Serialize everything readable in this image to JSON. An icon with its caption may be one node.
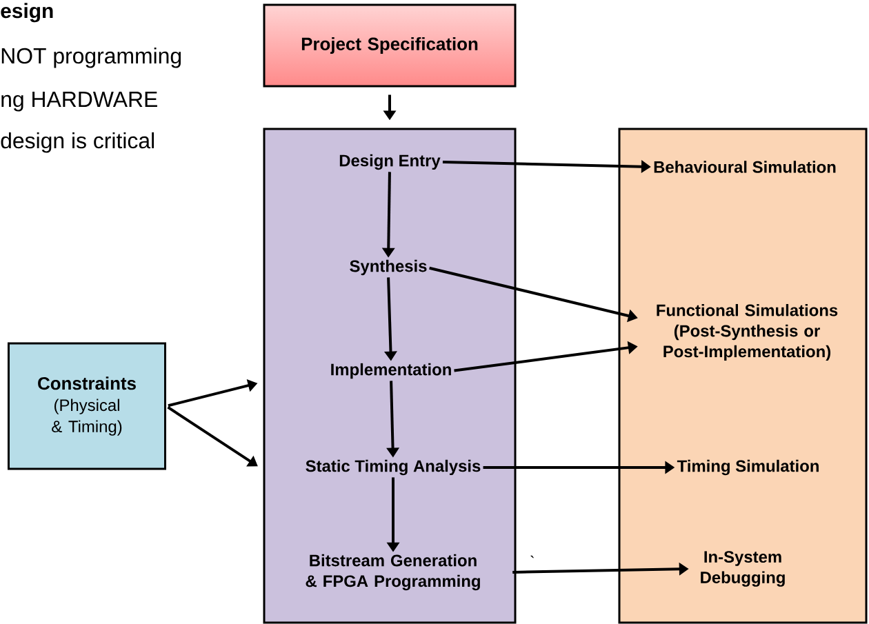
{
  "diagram": {
    "nodes": [
      {
        "text": [
          "Project Specification"
        ]
      },
      {
        "text": [],
        "shape": "box"
      },
      {
        "text": [
          "Design Entry"
        ],
        "in": 1
      },
      {
        "text": [
          "Synthesis"
        ],
        "in": 1
      },
      {
        "text": [
          "Implementation"
        ],
        "in": 1
      },
      {
        "text": [
          "Static Timing Analysis"
        ],
        "in": 1
      },
      {
        "text": [
          "Bitstream Generation & FPGA Programming"
        ],
        "in": 1
      },
      {
        "text": [],
        "shape": "box"
      },
      {
        "text": [
          "Behavioural Simulation"
        ],
        "in": 7
      },
      {
        "text": [
          "Functional Simulations (Post-Synthesis or Post-Implementation)"
        ],
        "in": 7
      },
      {
        "text": [
          "Timing Simulation"
        ],
        "in": 7
      },
      {
        "text": [
          "In-System Debugging"
        ],
        "in": 7
      },
      {
        "text": [
          "Constraints",
          "(Physical & Timing)"
        ]
      }
    ],
    "edges": [
      {
        "from": 0,
        "to": 1,
        "arrow": "to"
      },
      {
        "from": 2,
        "to": 3,
        "arrow": "to"
      },
      {
        "from": 3,
        "to": 4,
        "arrow": "to"
      },
      {
        "from": 4,
        "to": 5,
        "arrow": "to"
      },
      {
        "from": 5,
        "to": 6,
        "arrow": "to"
      },
      {
        "from": 2,
        "to": 8,
        "arrow": "to"
      },
      {
        "from": 3,
        "to": 9,
        "arrow": "to"
      },
      {
        "from": 4,
        "to": 9,
        "arrow": "to"
      },
      {
        "from": 5,
        "to": 10,
        "arrow": "to"
      },
      {
        "from": 6,
        "to": 11,
        "arrow": "to"
      },
      {
        "from": 12,
        "to": 1,
        "arrow": "to"
      },
      {
        "from": 12,
        "to": 1,
        "arrow": "to"
      }
    ],
    "labels": [
      "esign",
      "NOT programming",
      "ng HARDWARE",
      "design is critical",
      "`"
    ]
  }
}
